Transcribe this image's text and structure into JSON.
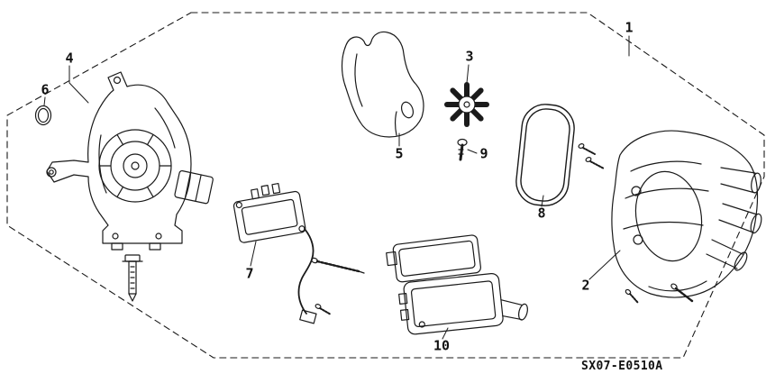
{
  "diagram": {
    "code": "SX07-E0510A",
    "part_labels": [
      "1",
      "2",
      "3",
      "4",
      "5",
      "6",
      "7",
      "8",
      "9",
      "10"
    ],
    "line_color": "#1a1a1a",
    "background": "#ffffff"
  }
}
